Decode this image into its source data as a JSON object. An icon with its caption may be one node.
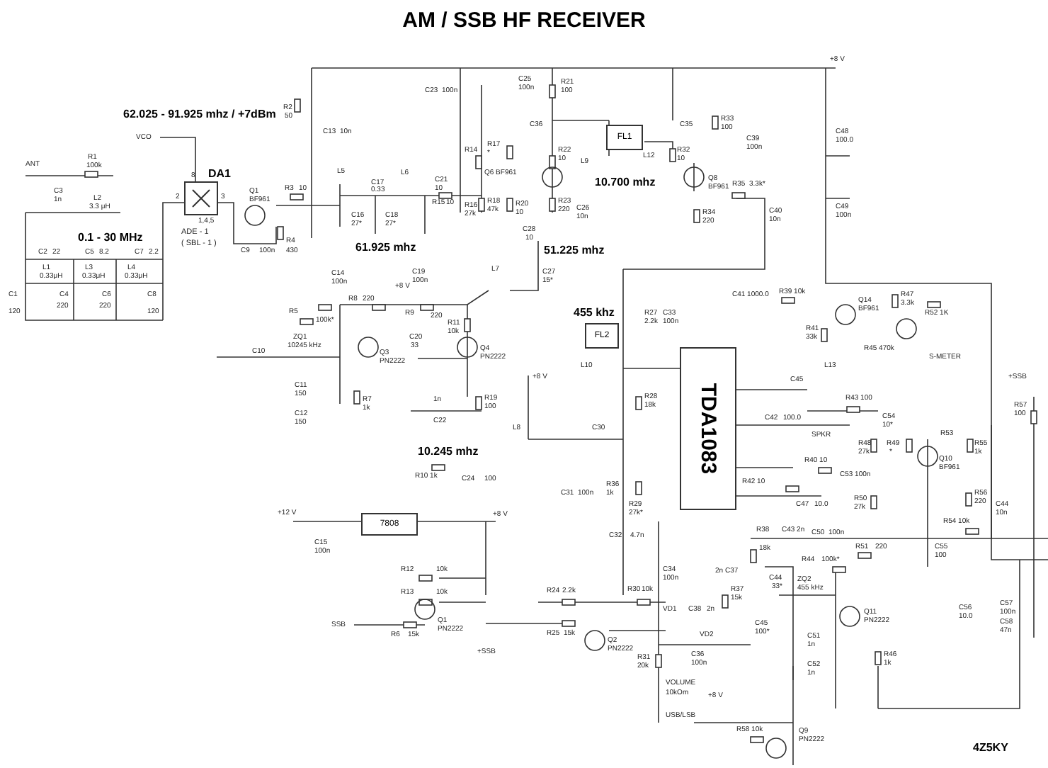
{
  "diagram": {
    "title": "AM / SSB  HF  RECEIVER",
    "nodes": [
      {
        "text": [
          "DA1"
        ],
        "beside": [
          "ADE - 1",
          "( SBL - 1 )"
        ]
      },
      {
        "text": [
          "FL1"
        ]
      },
      {
        "text": [
          "FL2"
        ]
      },
      {
        "text": [
          "TDA1083"
        ]
      },
      {
        "text": [
          "7808"
        ]
      }
    ],
    "labels": [
      "62.025 - 91.925  mhz / +7dBm",
      "VCO",
      "ANT",
      "R1",
      "100k",
      "C3",
      "1n",
      "L2",
      "3.3 μH",
      "2",
      "8",
      "3",
      "1,4,5",
      "0.1 - 30 MHz",
      "C2",
      "22",
      "C5",
      "8.2",
      "C7",
      "2.2",
      "L1",
      "0.33μH",
      "L3",
      "0.33μH",
      "L4",
      "0.33μH",
      "C1",
      "120",
      "C4",
      "220",
      "C6",
      "220",
      "C8",
      "120",
      "R2",
      "50",
      "C13",
      "10n",
      "Q1",
      "BF961",
      "R3",
      "10",
      "C9",
      "100n",
      "R4",
      "430",
      "L5",
      "C17",
      "0.33",
      "C16",
      "27*",
      "C18",
      "27*",
      "L6",
      "C21",
      "10",
      "61.925 mhz",
      "C23",
      "100n",
      "R14",
      "R15",
      "10",
      "R16",
      "27k",
      "R17",
      "*",
      "Q6 BF961",
      "R18",
      "47k",
      "R20",
      "10",
      "R22",
      "10",
      "R23",
      "220",
      "C26",
      "10n",
      "C28",
      "10",
      "51.225 mhz",
      "C25",
      "100n",
      "R21",
      "100",
      "C36",
      "L9",
      "L12",
      "R32",
      "10",
      "10.700 mhz",
      "C35",
      "R33",
      "100",
      "C39",
      "100n",
      "Q8",
      "BF961",
      "R35",
      "3.3k*",
      "R34",
      "220",
      "C40",
      "10n",
      "+8 V",
      "C48",
      "100.0",
      "C49",
      "100n",
      "C14",
      "100n",
      "R5",
      "100k*",
      "ZQ1",
      "10245 kHz",
      "C10",
      "R8",
      "220",
      "+8 V",
      "C19",
      "100n",
      "R9",
      "220",
      "L7",
      "C27",
      "15*",
      "R11",
      "10k",
      "C20",
      "33",
      "Q3",
      "PN2222",
      "Q4",
      "PN2222",
      "C41 1000.0",
      "R39 10k",
      "Q14",
      "BF961",
      "R47",
      "3.3k",
      "R52 1K",
      "R41",
      "33k",
      "R45 470k",
      "S-METER",
      "455 khz",
      "R27",
      "2.2k",
      "C33",
      "100n",
      "L10",
      "L13",
      "C11",
      "150",
      "C12",
      "150",
      "R7",
      "1k",
      "1n",
      "C22",
      "R19",
      "100",
      "+8 V",
      "L8",
      "R28",
      "18k",
      "C30",
      "10.245 mhz",
      "R10 1k",
      "C24",
      "100",
      "+SSB",
      "C45",
      "R43 100",
      "C54",
      "10*",
      "R57",
      "100",
      "C42",
      "100.0",
      "SPKR",
      "R40 10",
      "C53 100n",
      "R42 10",
      "C47",
      "10.0",
      "R48",
      "27k",
      "R49",
      "*",
      "Q10",
      "BF961",
      "R53",
      "R55",
      "1k",
      "R50",
      "27k",
      "R56",
      "220",
      "C44",
      "10n",
      "R54 10k",
      "C31",
      "100n",
      "R36",
      "1k",
      "R29",
      "27k*",
      "C32",
      "4.7n",
      "R38",
      "18k",
      "C43 2n",
      "C50",
      "100n",
      "R51",
      "220",
      "C55",
      "100",
      "+12 V",
      "C15",
      "100n",
      "+8 V",
      "R12",
      "10k",
      "R13",
      "10k",
      "R24",
      "2.2k",
      "R30",
      "10k",
      "C34",
      "100n",
      "2n",
      "C37",
      "R44",
      "100k*",
      "C44",
      "33*",
      "ZQ2",
      "455 kHz",
      "VD1",
      "R37",
      "15k",
      "C38",
      "2n",
      "Q11",
      "PN2222",
      "C56",
      "10.0",
      "C57",
      "100n",
      "C58",
      "47n",
      "SSB",
      "R6",
      "15k",
      "Q1",
      "PN2222",
      "R25",
      "15k",
      "Q2",
      "PN2222",
      "+SSB",
      "C45",
      "100*",
      "VD2",
      "C36",
      "100n",
      "C51",
      "1n",
      "C52",
      "1n",
      "R46",
      "1k",
      "R31",
      "20k",
      "VOLUME",
      "10kOm",
      "+8 V",
      "USB/LSB",
      "R58 10k",
      "Q9",
      "PN2222",
      "4Z5KY"
    ]
  }
}
